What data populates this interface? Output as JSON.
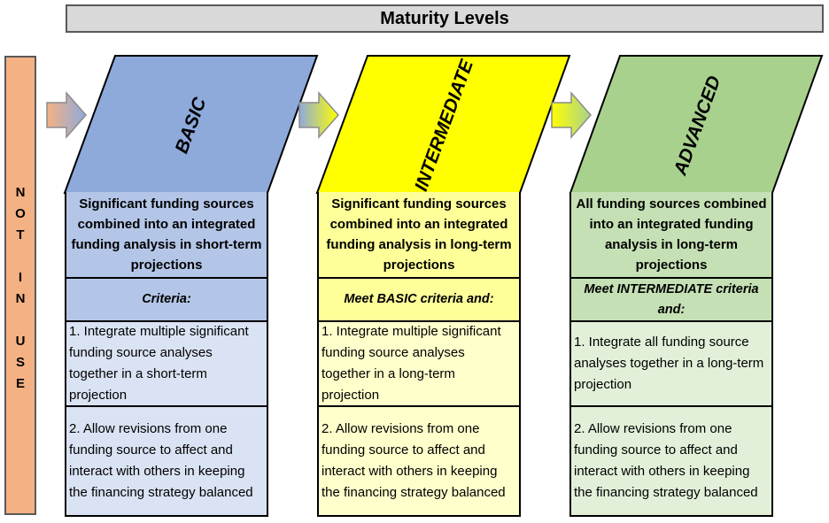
{
  "header": {
    "title": "Maturity Levels"
  },
  "side": {
    "label": [
      "N",
      "O",
      "T",
      "",
      "I",
      "N",
      "",
      "U",
      "S",
      "E"
    ]
  },
  "colors": {
    "basic_fill": "#8eaadb",
    "basic_desc": "#b4c6e7",
    "basic_items": "#dae3f3",
    "intermediate_fill": "#ffff00",
    "intermediate_desc": "#ffff99",
    "intermediate_items": "#ffffcc",
    "advanced_fill": "#a9d18e",
    "advanced_desc": "#c5e0b4",
    "advanced_items": "#e2f0d9",
    "not_in_use": "#f4b183"
  },
  "levels": [
    {
      "name": "BASIC",
      "description": "Significant funding sources combined into an integrated funding analysis in short-term projections",
      "criteria": "Criteria:",
      "items": [
        "1. Integrate multiple significant funding source analyses together in a short-term projection",
        "2. Allow revisions from one funding source to affect and interact with others in keeping the financing strategy balanced"
      ]
    },
    {
      "name": "INTERMEDIATE",
      "description": "Significant funding sources combined into an integrated funding analysis in long-term projections",
      "criteria": "Meet BASIC criteria and:",
      "items": [
        "1. Integrate multiple significant funding source analyses together in a long-term projection",
        "2. Allow revisions from one funding source to affect and interact with others in keeping the financing strategy balanced"
      ]
    },
    {
      "name": "ADVANCED",
      "description": "All funding sources combined into an integrated funding analysis in long-term projections",
      "criteria": "Meet INTERMEDIATE criteria and:",
      "items": [
        "1. Integrate all funding source analyses together in a long-term projection",
        "2. Allow revisions from one funding source to affect and interact with others in keeping the financing strategy balanced"
      ]
    }
  ]
}
